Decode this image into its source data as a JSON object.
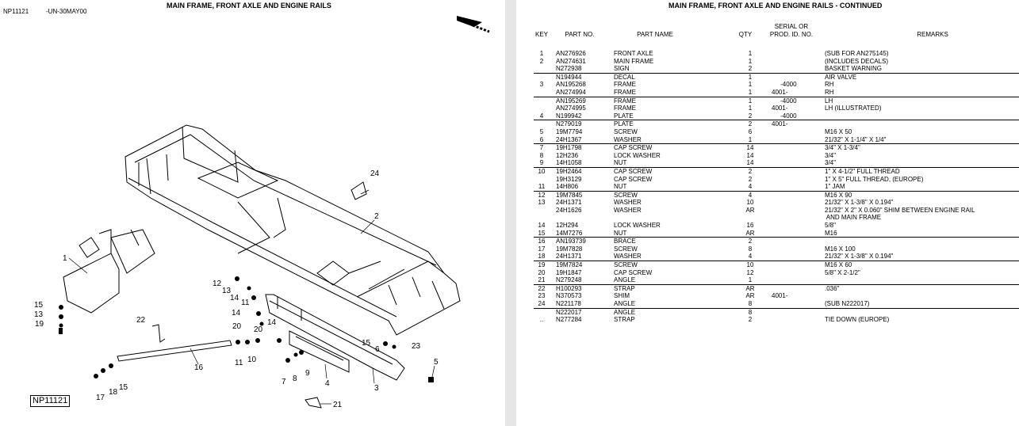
{
  "left_page": {
    "doc_id": "NP11121",
    "date": "-UN-30MAY00",
    "title": "MAIN FRAME, FRONT AXLE AND ENGINE RAILS",
    "figure_label": "NP11121",
    "callouts": [
      "1",
      "2",
      "3",
      "4",
      "5",
      "6",
      "7",
      "8",
      "9",
      "10",
      "11",
      "12",
      "13",
      "14",
      "15",
      "16",
      "17",
      "18",
      "19",
      "20",
      "21",
      "22",
      "23",
      "24"
    ]
  },
  "right_page": {
    "title": "MAIN FRAME, FRONT AXLE AND ENGINE RAILS - CONTINUED",
    "columns": {
      "key": "KEY",
      "part_no": "PART NO.",
      "part_name": "PART NAME",
      "qty": "QTY",
      "serial_line1": "SERIAL OR",
      "serial_line2": "PROD. ID. NO.",
      "remarks": "REMARKS"
    },
    "rows": [
      {
        "key": "1",
        "part": "AN276926",
        "name": "FRONT AXLE",
        "qty": "1",
        "serial": "",
        "remarks": "(SUB FOR AN275145)",
        "sep": false
      },
      {
        "key": "2",
        "part": "AN274631",
        "name": "MAIN FRAME",
        "qty": "1",
        "serial": "",
        "remarks": "(INCLUDES DECALS)",
        "sep": false
      },
      {
        "key": "",
        "part": "N272938",
        "name": "SIGN",
        "qty": "2",
        "serial": "",
        "remarks": "BASKET WARNING",
        "sep": false
      },
      {
        "key": "",
        "part": "N194944",
        "name": "DECAL",
        "qty": "1",
        "serial": "",
        "remarks": "AIR VALVE",
        "sep": true
      },
      {
        "key": "3",
        "part": "AN195268",
        "name": "FRAME",
        "qty": "1",
        "serial": "     -4000",
        "remarks": "RH",
        "sep": false
      },
      {
        "key": "",
        "part": "AN274994",
        "name": "FRAME",
        "qty": "1",
        "serial": "4001-",
        "remarks": "RH",
        "sep": false
      },
      {
        "key": "",
        "part": "AN195269",
        "name": "FRAME",
        "qty": "1",
        "serial": "     -4000",
        "remarks": "LH",
        "sep": true
      },
      {
        "key": "",
        "part": "AN274995",
        "name": "FRAME",
        "qty": "1",
        "serial": "4001-",
        "remarks": "LH (ILLUSTRATED)",
        "sep": false
      },
      {
        "key": "4",
        "part": "N199942",
        "name": "PLATE",
        "qty": "2",
        "serial": "     -4000",
        "remarks": "",
        "sep": false
      },
      {
        "key": "",
        "part": "N279019",
        "name": "PLATE",
        "qty": "2",
        "serial": "4001-",
        "remarks": "",
        "sep": true
      },
      {
        "key": "5",
        "part": "19M7794",
        "name": "SCREW",
        "qty": "6",
        "serial": "",
        "remarks": "M16 X 50",
        "sep": false
      },
      {
        "key": "6",
        "part": "24H1367",
        "name": "WASHER",
        "qty": "1",
        "serial": "",
        "remarks": "21/32\" X 1-1/4\" X 1/4\"",
        "sep": false
      },
      {
        "key": "7",
        "part": "19H1798",
        "name": "CAP SCREW",
        "qty": "14",
        "serial": "",
        "remarks": "3/4\" X 1-3/4\"",
        "sep": true
      },
      {
        "key": "8",
        "part": "12H236",
        "name": "LOCK WASHER",
        "qty": "14",
        "serial": "",
        "remarks": "3/4\"",
        "sep": false
      },
      {
        "key": "9",
        "part": "14H1058",
        "name": "NUT",
        "qty": "14",
        "serial": "",
        "remarks": "3/4\"",
        "sep": false
      },
      {
        "key": "10",
        "part": "19H2464",
        "name": "CAP SCREW",
        "qty": "2",
        "serial": "",
        "remarks": "1\" X 4-1/2\" FULL THREAD",
        "sep": true
      },
      {
        "key": "",
        "part": "19H3129",
        "name": "CAP SCREW",
        "qty": "2",
        "serial": "",
        "remarks": "1\" X 5\" FULL THREAD, (EUROPE)",
        "sep": false
      },
      {
        "key": "11",
        "part": "14H806",
        "name": "NUT",
        "qty": "4",
        "serial": "",
        "remarks": "1\" JAM",
        "sep": false
      },
      {
        "key": "12",
        "part": "19M7845",
        "name": "SCREW",
        "qty": "4",
        "serial": "",
        "remarks": "M16 X 90",
        "sep": true
      },
      {
        "key": "13",
        "part": "24H1371",
        "name": "WASHER",
        "qty": "10",
        "serial": "",
        "remarks": "21/32\" X 1-3/8\" X 0.194\"",
        "sep": false
      },
      {
        "key": "",
        "part": "24H1626",
        "name": "WASHER",
        "qty": "AR",
        "serial": "",
        "remarks": "21/32\" X 2\" X 0.060\" SHIM BETWEEN ENGINE RAIL",
        "sep": false
      },
      {
        "key": "",
        "part": "",
        "name": "",
        "qty": "",
        "serial": "",
        "remarks": " AND MAIN FRAME",
        "sep": false
      },
      {
        "key": "14",
        "part": "12H294",
        "name": "LOCK WASHER",
        "qty": "16",
        "serial": "",
        "remarks": "5/8\"",
        "sep": false
      },
      {
        "key": "15",
        "part": "14M7276",
        "name": "NUT",
        "qty": "AR",
        "serial": "",
        "remarks": "M16",
        "sep": false
      },
      {
        "key": "16",
        "part": "AN193739",
        "name": "BRACE",
        "qty": "2",
        "serial": "",
        "remarks": "",
        "sep": true
      },
      {
        "key": "17",
        "part": "19M7828",
        "name": "SCREW",
        "qty": "8",
        "serial": "",
        "remarks": "M16 X 100",
        "sep": false
      },
      {
        "key": "18",
        "part": "24H1371",
        "name": "WASHER",
        "qty": "4",
        "serial": "",
        "remarks": "21/32\" X 1-3/8\" X 0.194\"",
        "sep": false
      },
      {
        "key": "19",
        "part": "19M7824",
        "name": "SCREW",
        "qty": "10",
        "serial": "",
        "remarks": "M16 X 60",
        "sep": true
      },
      {
        "key": "20",
        "part": "19H1847",
        "name": "CAP SCREW",
        "qty": "12",
        "serial": "",
        "remarks": "5/8\" X 2-1/2\"",
        "sep": false
      },
      {
        "key": "21",
        "part": "N279248",
        "name": "ANGLE",
        "qty": "1",
        "serial": "",
        "remarks": "",
        "sep": false
      },
      {
        "key": "22",
        "part": "H100293",
        "name": "STRAP",
        "qty": "AR",
        "serial": "",
        "remarks": ".036\"",
        "sep": true
      },
      {
        "key": "23",
        "part": "N370573",
        "name": "SHIM",
        "qty": "AR",
        "serial": "4001-",
        "remarks": "",
        "sep": false
      },
      {
        "key": "24",
        "part": "N221178",
        "name": "ANGLE",
        "qty": "8",
        "serial": "",
        "remarks": "(SUB N222017)",
        "sep": false
      },
      {
        "key": "",
        "part": "N222017",
        "name": "ANGLE",
        "qty": "8",
        "serial": "",
        "remarks": "",
        "sep": true
      },
      {
        "key": "..",
        "part": "N277284",
        "name": "STRAP",
        "qty": "2",
        "serial": "",
        "remarks": "TIE DOWN (EUROPE)",
        "sep": false
      }
    ]
  }
}
